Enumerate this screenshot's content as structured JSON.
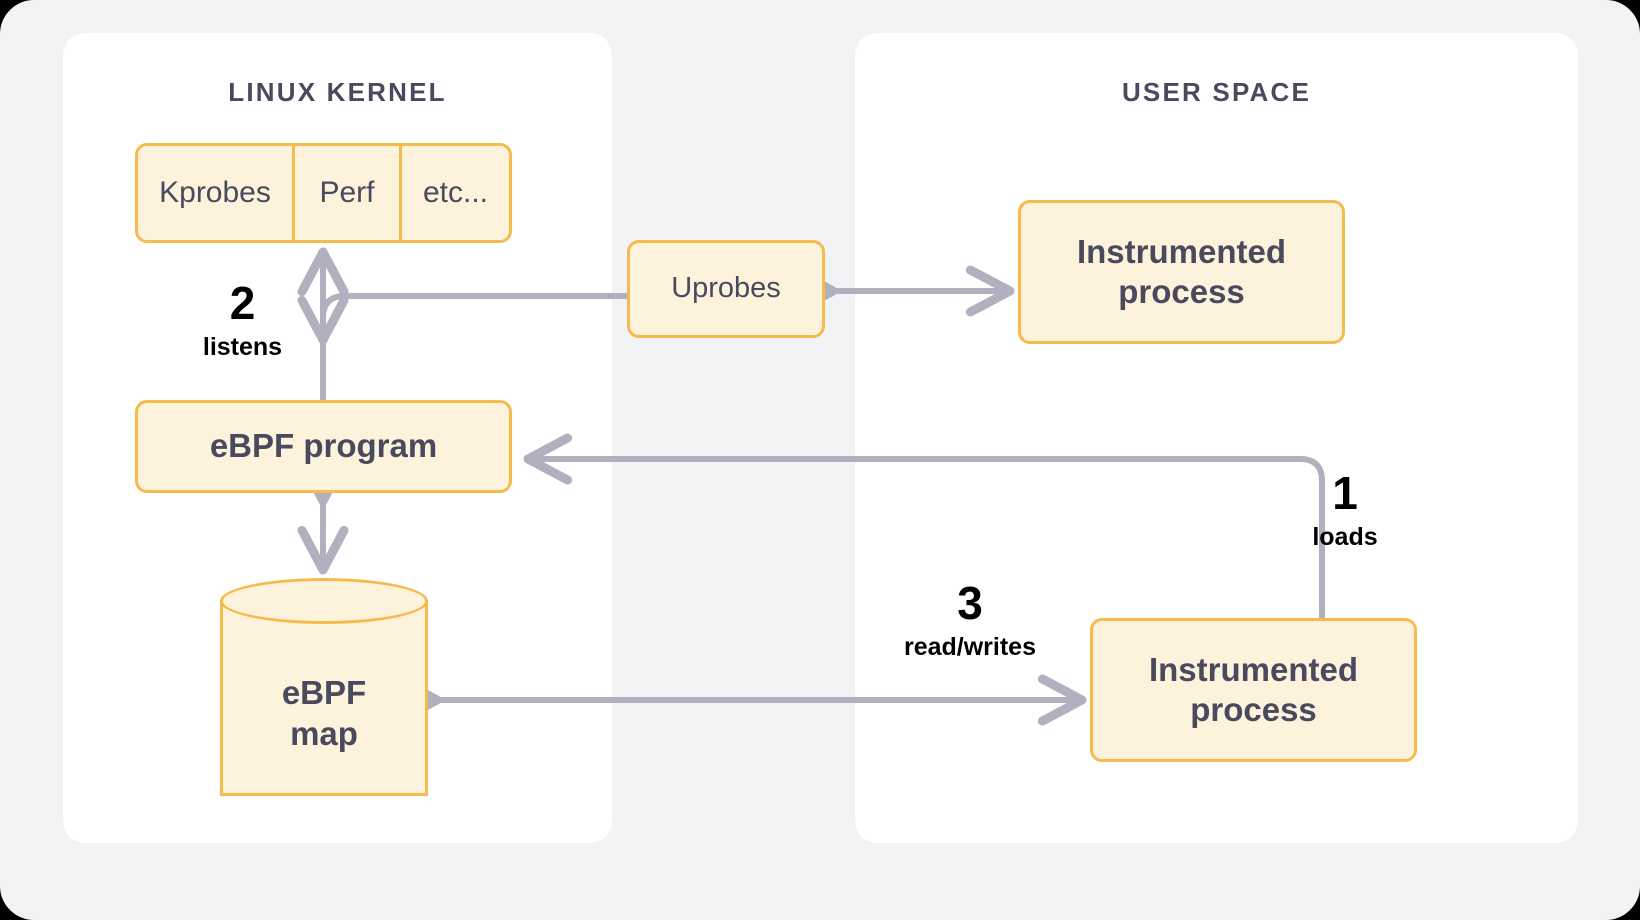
{
  "diagram": {
    "panels": [
      {
        "id": "kernel",
        "title": "LINUX KERNEL"
      },
      {
        "id": "user",
        "title": "USER SPACE"
      }
    ],
    "probe_strip": {
      "cells": [
        "Kprobes",
        "Perf",
        "etc..."
      ]
    },
    "nodes": {
      "ebpf_program": "eBPF program",
      "uprobes": "Uprobes",
      "instrumented_process_top": "Instrumented process",
      "instrumented_process_bottom": "Instrumented process",
      "ebpf_map": "eBPF\nmap"
    },
    "steps": [
      {
        "number": "1",
        "label": "loads"
      },
      {
        "number": "2",
        "label": "listens"
      },
      {
        "number": "3",
        "label": "read/writes"
      }
    ],
    "colors": {
      "canvas_background": "#f2f3f5",
      "panel_background": "#ffffff",
      "node_fill": "#fdf3dc",
      "node_border": "#f5bb4d",
      "node_text": "#4a4a5e",
      "title_text": "#4a4a5e",
      "connector": "#b0b0bf",
      "step_text": "#000000"
    }
  }
}
